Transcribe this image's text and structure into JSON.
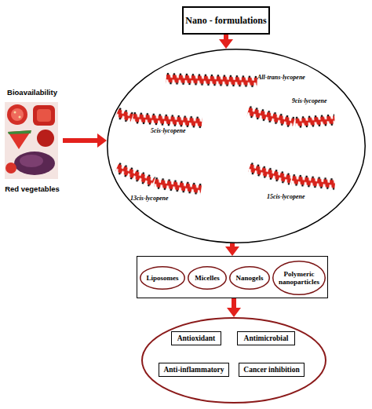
{
  "diagram": {
    "nodes": [
      {
        "text": [
          "Nano - formulations"
        ]
      },
      {
        "text": [
          "Bioavailability",
          "Red vegetables"
        ]
      },
      {
        "text": []
      },
      {
        "text": [
          "All-trans-lycopene"
        ],
        "in": 2
      },
      {
        "text": [
          "5cis-lycopene"
        ],
        "in": 2
      },
      {
        "text": [
          "9cis-lycopene"
        ],
        "in": 2
      },
      {
        "text": [
          "13cis-lycopene"
        ],
        "in": 2
      },
      {
        "text": [
          "15cis-lycopene"
        ],
        "in": 2
      },
      {
        "text": []
      },
      {
        "text": [
          "Liposomes"
        ],
        "in": 8
      },
      {
        "text": [
          "Micelles"
        ],
        "in": 8
      },
      {
        "text": [
          "Nanogels"
        ],
        "in": 8
      },
      {
        "text": [
          "Polymeric nanoparticles"
        ],
        "in": 8
      },
      {
        "text": []
      },
      {
        "text": [
          "Antioxidant"
        ],
        "in": 13
      },
      {
        "text": [
          "Antimicrobial"
        ],
        "in": 13
      },
      {
        "text": [
          "Anti-inflammatory"
        ],
        "in": 13
      },
      {
        "text": [
          "Cancer inhibition"
        ],
        "in": 13
      }
    ],
    "edges": [
      {
        "from": 0,
        "to": 2,
        "arrow": "to"
      },
      {
        "from": 1,
        "to": 2,
        "arrow": "to"
      },
      {
        "from": 2,
        "to": 8,
        "arrow": "to"
      },
      {
        "from": 8,
        "to": 13,
        "arrow": "to"
      }
    ]
  }
}
